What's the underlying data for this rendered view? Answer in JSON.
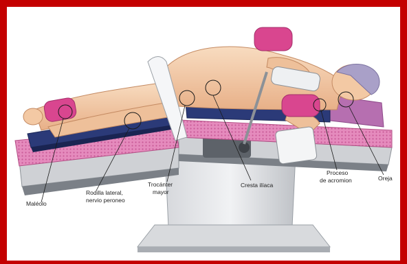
{
  "figure": {
    "labels": {
      "malleolus": "Maléolo",
      "knee_line1": "Rodilla lateral,",
      "knee_line2": "nervio peroneo",
      "trochanter_line1": "Trocánter",
      "trochanter_line2": "mayor",
      "iliac_crest": "Cresta ilíaca",
      "acromion_line1": "Proceso",
      "acromion_line2": "de acromion",
      "ear": "Oreja"
    },
    "colors": {
      "frame": "#c40000",
      "pad_pink": "#e07ab0",
      "strap_pink": "#d9468f",
      "mattress_blue": "#2b3a78",
      "table_gray": "#c8cbd0",
      "skin": "#f3c9a4",
      "head_cap": "#a9a0c8"
    }
  }
}
